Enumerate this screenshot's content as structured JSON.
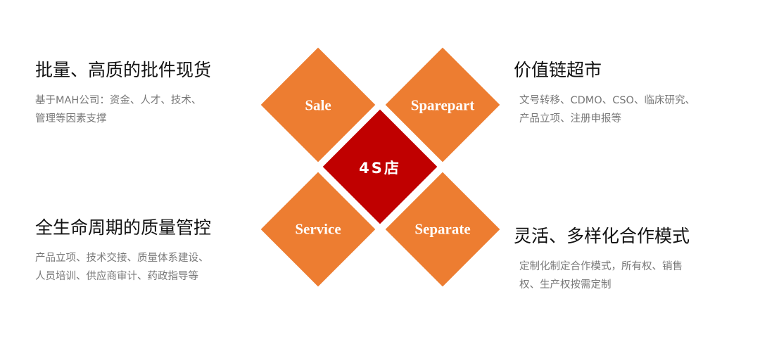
{
  "colors": {
    "orange": "#ed7d31",
    "red": "#c00000"
  },
  "diagram": {
    "center": "4S店",
    "diamonds": [
      "Sale",
      "Sparepart",
      "Service",
      "Separate"
    ]
  },
  "blocks": [
    {
      "title": "批量、高质的批件现货",
      "lines": [
        "基于MAH公司：资金、人才、技术、",
        "管理等因素支撑"
      ]
    },
    {
      "title": "价值链超市",
      "lines": [
        "文号转移、CDMO、CSO、临床研究、",
        "产品立项、注册申报等"
      ]
    },
    {
      "title": "全生命周期的质量管控",
      "lines": [
        "产品立项、技术交接、质量体系建设、",
        "人员培训、供应商审计、药政指导等"
      ]
    },
    {
      "title": "灵活、多样化合作模式",
      "lines": [
        "定制化制定合作模式，所有权、销售",
        "权、生产权按需定制"
      ]
    }
  ]
}
